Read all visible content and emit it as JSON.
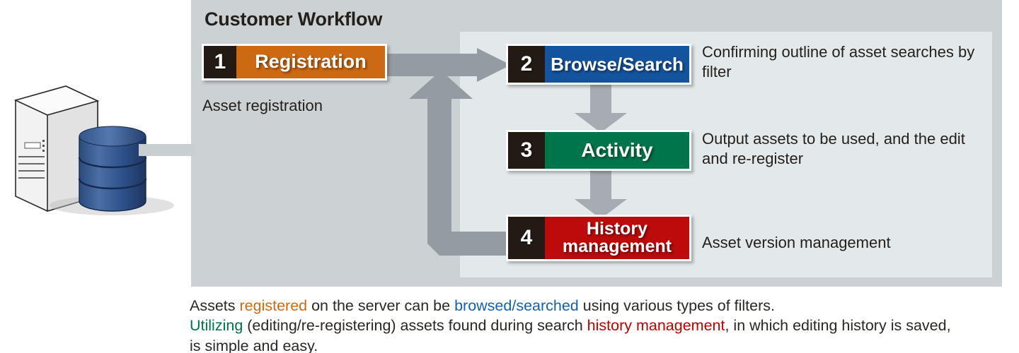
{
  "section": {
    "title": "Customer Workflow"
  },
  "graphic": {
    "server_icon": "server-tower-icon",
    "database_icon": "database-cylinder-icon"
  },
  "steps": [
    {
      "number": "1",
      "label": "Registration",
      "color": "#cc6a14",
      "caption": "Asset registration"
    },
    {
      "number": "2",
      "label": "Browse/Search",
      "color": "#14539e",
      "caption": "Confirming outline of asset searches by filter"
    },
    {
      "number": "3",
      "label": "Activity",
      "color": "#00754b",
      "caption": "Output assets to be used, and the edit and re-register"
    },
    {
      "number": "4",
      "label_line1": "History",
      "label_line2": "management",
      "color": "#bd0a0a",
      "caption": "Asset version management"
    }
  ],
  "bottom_note": {
    "line1_part1": "Assets ",
    "line1_hl1": "registered",
    "line1_part2": " on the server can be ",
    "line1_hl2": "browsed/searched",
    "line1_part3": " using various types of filters.",
    "line2_hl1": "Utilizing",
    "line2_part1": " (editing/re-registering) assets found during search ",
    "line2_hl2": "history management",
    "line2_part2": ", in which editing history is saved,",
    "line3": "is simple and easy."
  },
  "colors": {
    "panel_outer": "#ccd1d4",
    "panel_inner": "#e3e8ea",
    "arrow_gray": "#949ba1",
    "step_number_bg": "#231a14"
  }
}
